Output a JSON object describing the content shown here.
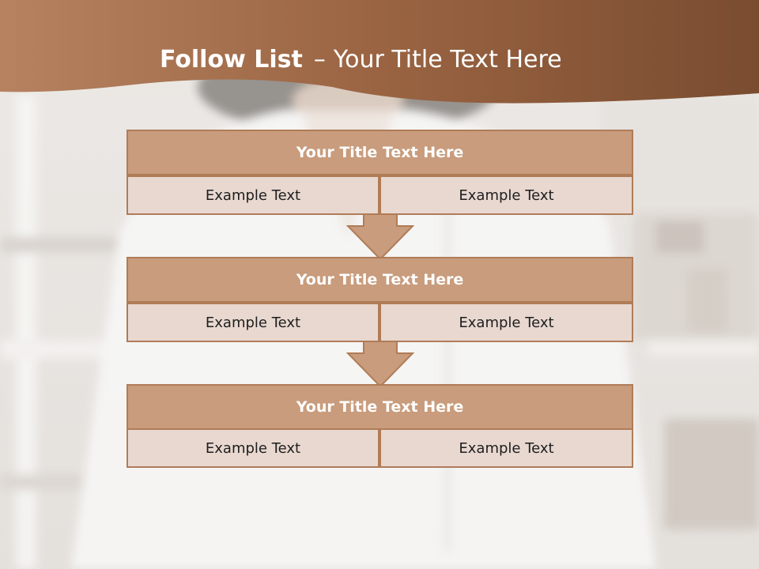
{
  "slide": {
    "title_bold": "Follow List",
    "title_dash": "–",
    "title_rest": "Your Title Text Here"
  },
  "steps": [
    {
      "title": "Your Title Text Here",
      "left": "Example Text",
      "right": "Example Text"
    },
    {
      "title": "Your Title Text Here",
      "left": "Example Text",
      "right": "Example Text"
    },
    {
      "title": "Your Title Text Here",
      "left": "Example Text",
      "right": "Example Text"
    }
  ],
  "colors": {
    "header_band": "#a26a46",
    "box_title_fill": "#c89c7c",
    "box_border": "#b07c58",
    "cell_fill": "#e8d8d0",
    "arrow_fill": "#c89c7c"
  },
  "icons": [
    "down-arrow-icon"
  ]
}
